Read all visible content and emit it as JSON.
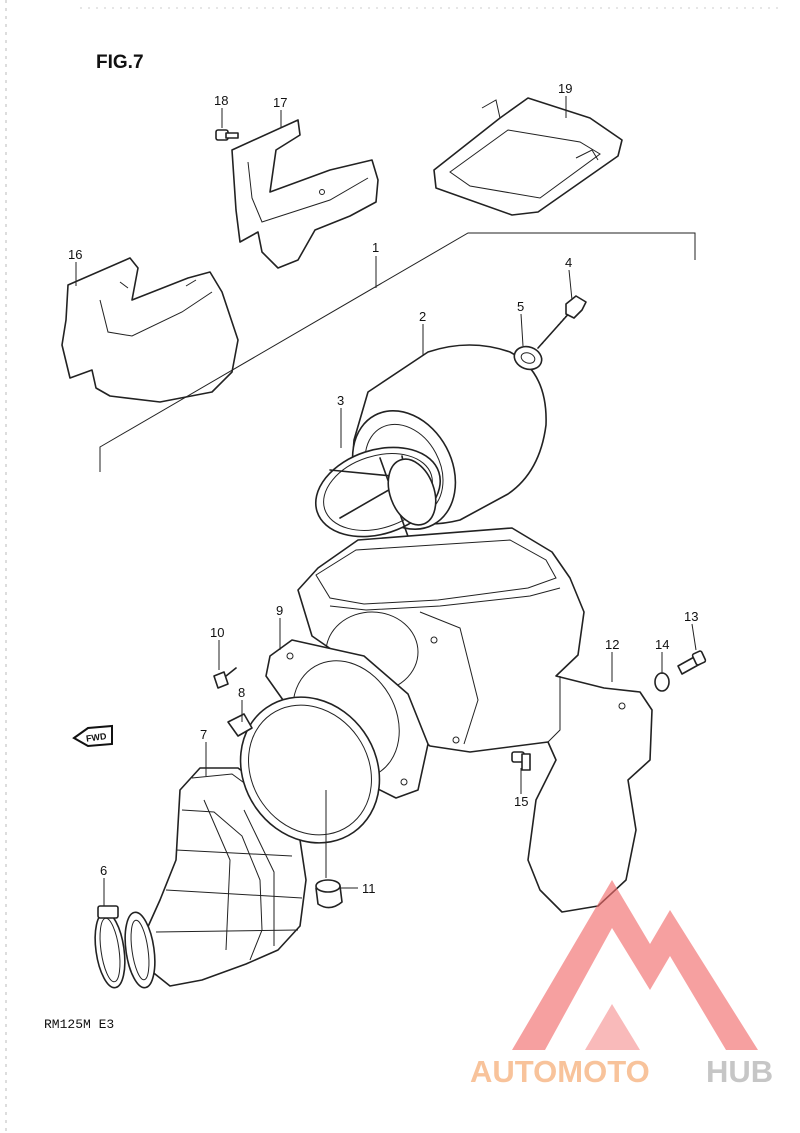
{
  "figure": {
    "title": "FIG.7",
    "model": "RM125M E3",
    "direction": "FWD"
  },
  "callouts": [
    "1",
    "2",
    "3",
    "4",
    "5",
    "6",
    "7",
    "8",
    "9",
    "10",
    "11",
    "12",
    "13",
    "14",
    "15",
    "16",
    "17",
    "18",
    "19"
  ],
  "watermark": {
    "part1": "AUTOMOTO",
    "part2": "HUB",
    "color1": "#f7b98a",
    "color2": "#bdbdbd",
    "logo_color": "#f26b6b"
  },
  "colors": {
    "ink": "#222222",
    "paper": "#ffffff"
  }
}
